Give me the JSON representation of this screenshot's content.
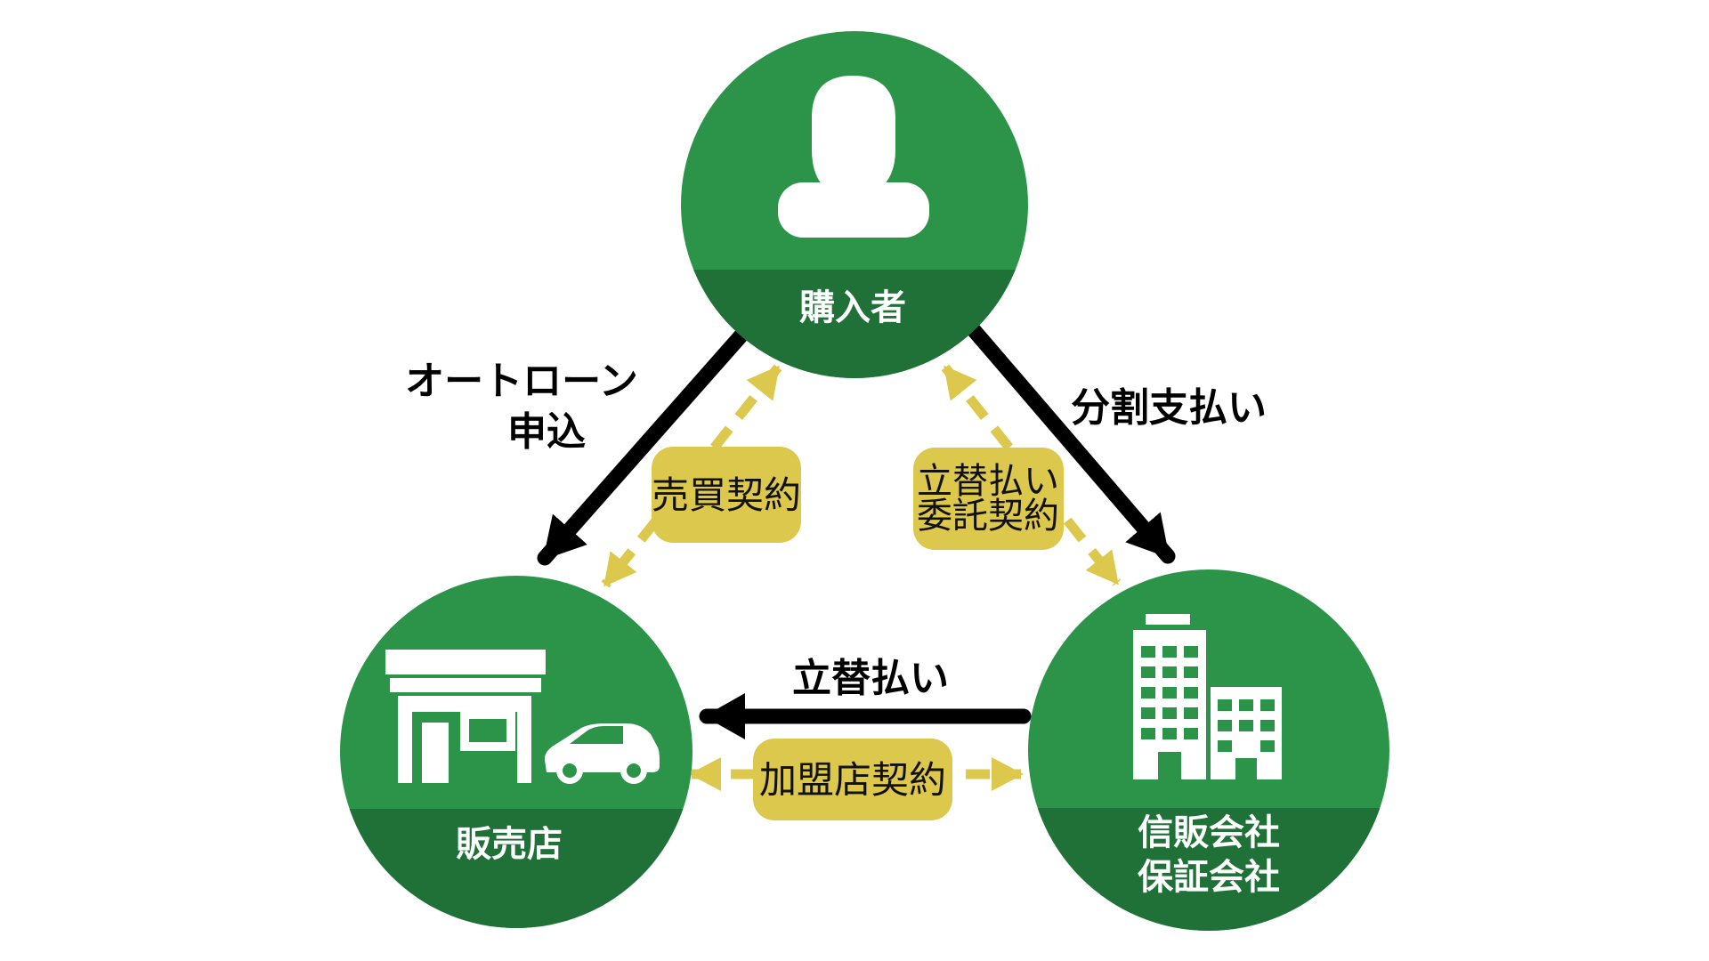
{
  "diagram": {
    "description": "auto-loan-three-party-relationship",
    "colors": {
      "green": "#2b9449",
      "green_dark": "#1f7138",
      "yellow": "#dcc84d",
      "black": "#000000",
      "white": "#ffffff"
    },
    "nodes": {
      "buyer": {
        "label": "購入者",
        "icon": "person-icon"
      },
      "dealer": {
        "label": "販売店",
        "icon": "storefront-car-icon"
      },
      "credit": {
        "label_line1": "信販会社",
        "label_line2": "保証会社",
        "icon": "buildings-icon"
      }
    },
    "arrows": {
      "auto_loan": {
        "label_line1": "オートローン",
        "label_line2": "申込",
        "from": "buyer",
        "to": "dealer",
        "style": "solid-black"
      },
      "installment": {
        "label": "分割支払い",
        "from": "buyer",
        "to": "credit",
        "style": "solid-black"
      },
      "advance": {
        "label": "立替払い",
        "from": "credit",
        "to": "dealer",
        "style": "solid-black"
      }
    },
    "contracts": {
      "sales": {
        "label": "売買契約",
        "between": "buyer-dealer",
        "style": "yellow-dashed-double-arrow"
      },
      "consignment": {
        "label_line1": "立替払い",
        "label_line2": "委託契約",
        "between": "buyer-credit",
        "style": "yellow-dashed-double-arrow"
      },
      "merchant": {
        "label": "加盟店契約",
        "between": "dealer-credit",
        "style": "yellow-dashed-double-arrow"
      }
    }
  }
}
